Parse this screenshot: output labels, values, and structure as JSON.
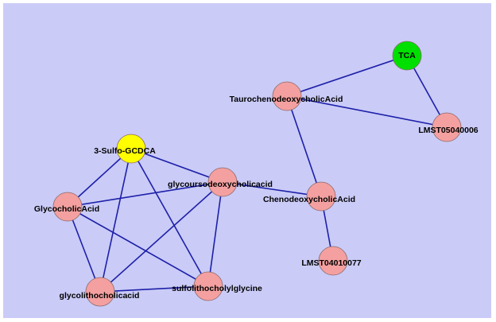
{
  "colors": {
    "background": "#cacbf7",
    "edge": "#1d20a8",
    "node_default": "#f4a0a0",
    "node_highlight_yellow": "#ffff00",
    "node_highlight_green": "#00e000",
    "node_stroke": "#8a6a6a"
  },
  "nodes": [
    {
      "id": "tca",
      "label": "TCA",
      "color": "green"
    },
    {
      "id": "taurocdca",
      "label": "TaurochenodeoxycholicAcid",
      "color": "default"
    },
    {
      "id": "lmst05040006",
      "label": "LMST05040006",
      "color": "default"
    },
    {
      "id": "sulfo_gcdca",
      "label": "3-Sulfo-GCDCA",
      "color": "yellow"
    },
    {
      "id": "glycourso",
      "label": "glycoursodeoxycholicacid",
      "color": "default"
    },
    {
      "id": "cdca",
      "label": "ChenodeoxycholicAcid",
      "color": "default"
    },
    {
      "id": "glycocholic",
      "label": "GlycocholicAcid",
      "color": "default"
    },
    {
      "id": "lmst04010077",
      "label": "LMST04010077",
      "color": "default"
    },
    {
      "id": "glycolitho",
      "label": "glycolithocholicacid",
      "color": "default"
    },
    {
      "id": "sulfolitho",
      "label": "sulfolithocholylglycine",
      "color": "default"
    }
  ],
  "edges": [
    [
      "tca",
      "taurocdca"
    ],
    [
      "tca",
      "lmst05040006"
    ],
    [
      "taurocdca",
      "lmst05040006"
    ],
    [
      "taurocdca",
      "cdca"
    ],
    [
      "cdca",
      "lmst04010077"
    ],
    [
      "glycourso",
      "cdca"
    ],
    [
      "sulfo_gcdca",
      "glycourso"
    ],
    [
      "sulfo_gcdca",
      "glycocholic"
    ],
    [
      "sulfo_gcdca",
      "glycolitho"
    ],
    [
      "sulfo_gcdca",
      "sulfolitho"
    ],
    [
      "glycocholic",
      "glycourso"
    ],
    [
      "glycocholic",
      "glycolitho"
    ],
    [
      "glycocholic",
      "sulfolitho"
    ],
    [
      "glycourso",
      "glycolitho"
    ],
    [
      "glycourso",
      "sulfolitho"
    ],
    [
      "glycolitho",
      "sulfolitho"
    ]
  ]
}
